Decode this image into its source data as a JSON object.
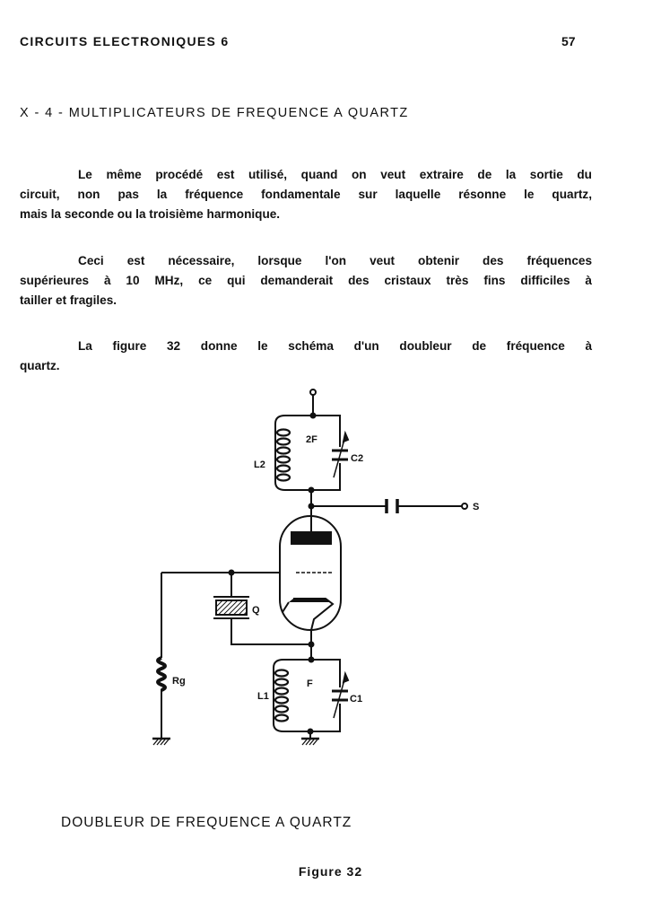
{
  "header": {
    "running_title": "CIRCUITS ELECTRONIQUES 6",
    "page_number": "57"
  },
  "section_title": "X - 4 - MULTIPLICATEURS DE FREQUENCE A QUARTZ",
  "paragraphs": [
    {
      "lines": [
        "Le même procédé est utilisé, quand on veut extraire de la sortie du",
        "circuit, non pas la fréquence fondamentale sur laquelle résonne le quartz,",
        "mais la seconde ou la troisième harmonique."
      ]
    },
    {
      "lines": [
        "Ceci est nécessaire, lorsque l'on veut obtenir des fréquences",
        "supérieures à 10 MHz, ce qui demanderait des cristaux très fins difficiles à",
        "tailler et fragiles."
      ]
    },
    {
      "lines": [
        "La figure 32 donne le schéma d'un doubleur de fréquence à",
        "quartz."
      ]
    }
  ],
  "circuit": {
    "labels": {
      "l2": "L2",
      "f2": "2F",
      "c2": "C2",
      "s": "S",
      "q": "Q",
      "rg": "Rg",
      "f": "F",
      "l1": "L1",
      "c1": "C1"
    }
  },
  "caption": "DOUBLEUR DE FREQUENCE A QUARTZ",
  "figure_label": "Figure 32"
}
